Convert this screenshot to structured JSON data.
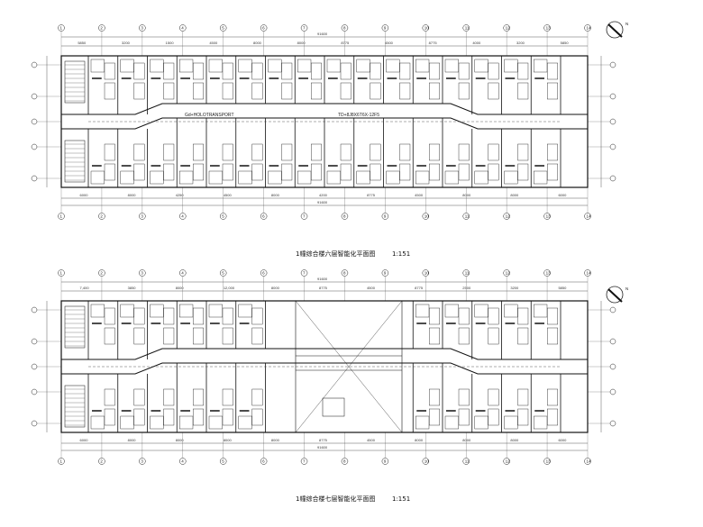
{
  "plans": [
    {
      "id": "upper",
      "caption": "1幢综合楼六层智能化平面图",
      "scale": "1:151",
      "overall_dim": "91600",
      "top_dims": [
        "5850",
        "3200",
        "1500",
        "4500",
        "8000",
        "8000",
        "8775",
        "4500",
        "8775",
        "4000",
        "3200",
        "5850"
      ],
      "bottom_dims": [
        "6000",
        "8000",
        "4250",
        "4500",
        "8000",
        "4200",
        "8775",
        "4500",
        "8000",
        "8000",
        "6000"
      ],
      "grid_numbers": [
        "1",
        "2",
        "3",
        "4",
        "5",
        "6",
        "7",
        "8",
        "9",
        "10",
        "11",
        "12",
        "13",
        "14"
      ],
      "annotations": [
        "Gd+HOLOTRANSPORT",
        "TD+8J8X6T6X-12F5"
      ]
    },
    {
      "id": "lower",
      "caption": "1幢综合楼七层智能化平面图",
      "scale": "1:151",
      "overall_dim": "91600",
      "top_dims": [
        "7,400",
        "3850",
        "8000",
        "12,000",
        "8000",
        "8775",
        "4500",
        "8775",
        "2500",
        "3200",
        "5850"
      ],
      "bottom_dims": [
        "6000",
        "8000",
        "8000",
        "8000",
        "8000",
        "8775",
        "4500",
        "8000",
        "8000",
        "8000",
        "6000"
      ],
      "grid_numbers": [
        "1",
        "2",
        "3",
        "4",
        "5",
        "6",
        "7",
        "8",
        "9",
        "10",
        "11",
        "12",
        "13",
        "14"
      ],
      "annotations": []
    }
  ],
  "north_symbol_label": "N"
}
